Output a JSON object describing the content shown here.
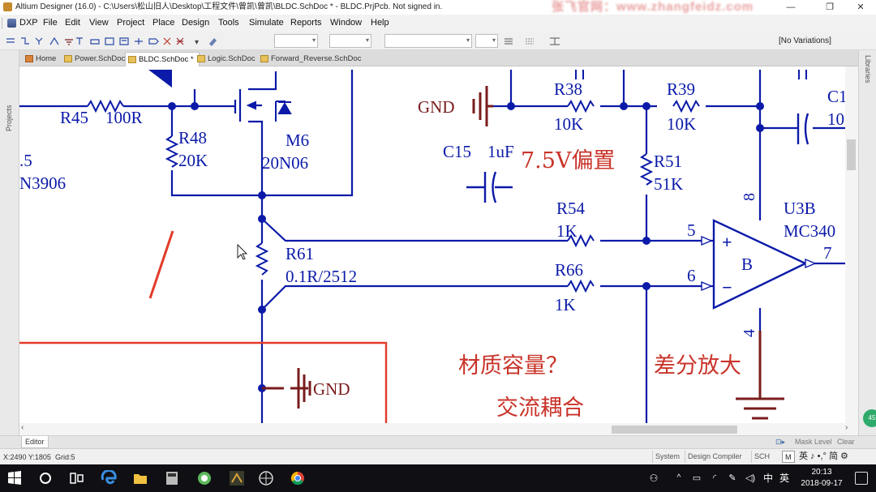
{
  "window": {
    "title": "Altium Designer (16.0) - C:\\Users\\松山旧人\\Desktop\\工程文件\\曾凯\\曾凯\\BLDC.SchDoc * - BLDC.PrjPcb. Not signed in.",
    "watermark": "张飞官网：www.zhangfeidz.com",
    "controls": {
      "minimize": "—",
      "restore": "❐",
      "close": "✕"
    }
  },
  "menu": {
    "items": [
      "DXP",
      "File",
      "Edit",
      "View",
      "Project",
      "Place",
      "Design",
      "Tools",
      "Simulate",
      "Reports",
      "Window",
      "Help"
    ]
  },
  "toolbar": {
    "variations": "[No Variations]"
  },
  "panels": {
    "left": "Projects",
    "right": "Libraries"
  },
  "tabs": [
    {
      "label": "Home",
      "active": false,
      "icon": "home-icon"
    },
    {
      "label": "Power.SchDoc",
      "active": false,
      "icon": "schdoc-icon"
    },
    {
      "label": "BLDC.SchDoc *",
      "active": true,
      "icon": "schdoc-icon"
    },
    {
      "label": "Logic.SchDoc",
      "active": false,
      "icon": "schdoc-icon"
    },
    {
      "label": "Forward_Reverse.SchDoc",
      "active": false,
      "icon": "schdoc-icon"
    }
  ],
  "schematic": {
    "labels": {
      "r45": "R45",
      "r45_val": "100R",
      "r48": "R48",
      "r48_val": "20K",
      "m6": "M6",
      "m6_val": "20N06",
      "q_partial": ".5",
      "q_val": "N3906",
      "r61": "R61",
      "r61_val": "0.1R/2512",
      "gnd_top": "GND",
      "gnd_bottom": "GND",
      "r38": "R38",
      "r38_val": "10K",
      "r39": "R39",
      "r39_val": "10K",
      "c_partial": "C1",
      "c_partial_val": "10",
      "c15": "C15",
      "c15_val": "1uF",
      "r51": "R51",
      "r51_val": "51K",
      "r54": "R54",
      "r54_val": "1K",
      "r66": "R66",
      "r66_val": "1K",
      "u3b": "U3B",
      "u3b_part": "MC340",
      "opamp_unit": "B",
      "pin8": "8",
      "pin5": "5",
      "pin6": "6",
      "pin7": "7",
      "pin4": "4",
      "plus": "+",
      "minus": "−"
    },
    "annotations": {
      "bias": "7.5V偏置",
      "material": "材质容量？",
      "coupling": "交流耦合",
      "diff_amp": "差分放大"
    }
  },
  "editor": {
    "tab": "Editor",
    "mask_level": "Mask Level",
    "clear": "Clear"
  },
  "status": {
    "coords": "X:2490 Y:1805",
    "grid": "Grid:5",
    "buttons": [
      "System",
      "Design Compiler",
      "SCH"
    ]
  },
  "taskbar": {
    "tray": [
      "中",
      "英",
      "简"
    ],
    "time": "20:13",
    "date": "2018-09-17"
  },
  "colors": {
    "wire": "#0b1aa8",
    "power": "#7a1c1c",
    "annotation": "#c9342a",
    "junction": "#0b1aa8"
  }
}
